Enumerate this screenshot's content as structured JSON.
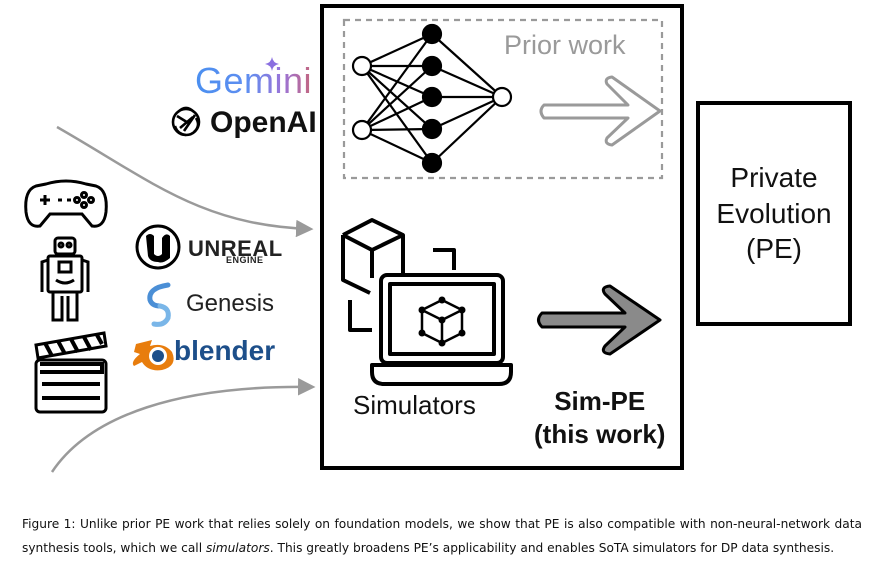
{
  "diagram": {
    "prior_work_label": "Prior work",
    "simulators_label": "Simulators",
    "sim_pe_label_line1": "Sim-PE",
    "sim_pe_label_line2": "(this work)",
    "pe_box": {
      "line1": "Private",
      "line2": "Evolution",
      "line3": "(PE)"
    },
    "foundation_models": [
      {
        "name": "Gemini",
        "icon": "gemini-sparkle-icon"
      },
      {
        "name": "OpenAI",
        "icon": "openai-knot-icon"
      }
    ],
    "simulator_tools": [
      {
        "name": "UNREAL",
        "subtitle": "ENGINE",
        "icon": "unreal-engine-icon"
      },
      {
        "name": "Genesis",
        "icon": "genesis-swirl-icon"
      },
      {
        "name": "blender",
        "icon": "blender-icon"
      }
    ],
    "simulator_domains": [
      "gamepad-icon",
      "robot-icon",
      "clapperboard-icon"
    ],
    "colors": {
      "prior_arrow": "#9a9a9a",
      "sim_arrow_fill": "#8a8a8a",
      "gemini_blue": "#4a8ff0",
      "gemini_pink": "#c4667e",
      "blender_orange": "#e87d0d",
      "blender_blue": "#1d4f8a"
    }
  },
  "caption": {
    "prefix": "Figure 1: Unlike prior PE work that relies solely on foundation models, we show that PE is also compatible with non-neural-network data synthesis tools, which we call ",
    "emphasis": "simulators",
    "suffix": ". This greatly broadens PE’s applicability and enables SoTA simulators for DP data synthesis."
  }
}
